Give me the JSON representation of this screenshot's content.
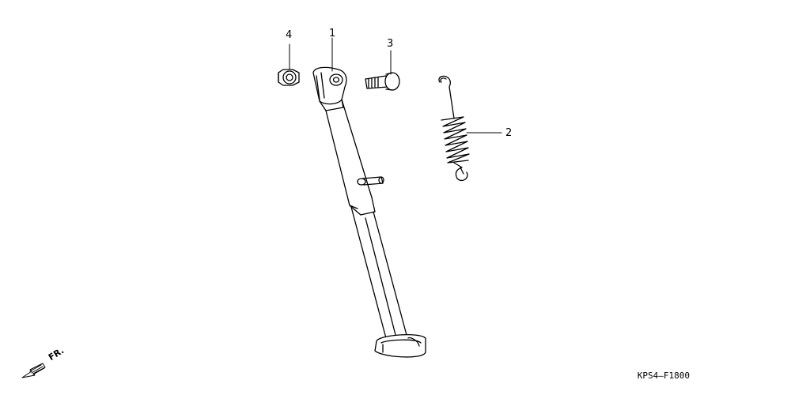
{
  "callouts": {
    "p1": "1",
    "p2": "2",
    "p3": "3",
    "p4": "4"
  },
  "direction_label": "FR.",
  "diagram_code": "KPS4—F1800",
  "parts_icons": {
    "stand": "side-stand-icon",
    "spring": "spring-icon",
    "bolt": "bolt-icon",
    "nut": "nut-icon",
    "arrow": "front-arrow-icon"
  }
}
